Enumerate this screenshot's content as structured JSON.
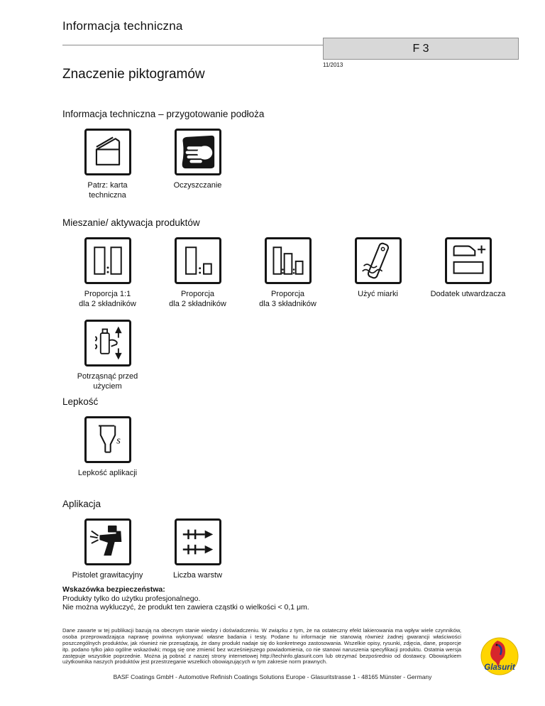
{
  "header": {
    "title": "Informacja techniczna",
    "code": "F 3",
    "date": "11/2013",
    "heading": "Znaczenie piktogramów"
  },
  "sections": {
    "prep": {
      "title": "Informacja techniczna – przygotowanie podłoża",
      "items": [
        {
          "icon": "technical-datasheet-icon",
          "label": "Patrz: karta\ntechniczna"
        },
        {
          "icon": "cleaning-icon",
          "label": "Oczyszczanie"
        }
      ]
    },
    "mixing": {
      "title": "Mieszanie/ aktywacja produktów",
      "items": [
        {
          "icon": "ratio-1-1-icon",
          "label": "Proporcja 1:1\ndla 2 składników"
        },
        {
          "icon": "ratio-2-components-icon",
          "label": "Proporcja\ndla 2 składników"
        },
        {
          "icon": "ratio-3-components-icon",
          "label": "Proporcja\ndla 3 składników"
        },
        {
          "icon": "measuring-stick-icon",
          "label": "Użyć miarki"
        },
        {
          "icon": "hardener-additive-icon",
          "label": "Dodatek utwardzacza"
        },
        {
          "icon": "shake-before-use-icon",
          "label": "Potrząsnąć przed\nużyciem"
        }
      ]
    },
    "viscosity": {
      "title": "Lepkość",
      "cup_letter": "s",
      "items": [
        {
          "icon": "flow-cup-icon",
          "label": "Lepkość aplikacji"
        }
      ]
    },
    "application": {
      "title": "Aplikacja",
      "items": [
        {
          "icon": "spray-gun-icon",
          "label": "Pistolet grawitacyjny"
        },
        {
          "icon": "number-of-coats-icon",
          "label": "Liczba warstw"
        }
      ]
    }
  },
  "safety": {
    "title": "Wskazówka bezpieczeństwa:",
    "lines": [
      "Produkty tylko do użytku profesjonalnego.",
      "Nie można wykluczyć, że produkt ten zawiera cząstki o wielkości < 0,1 μm."
    ]
  },
  "disclaimer": "Dane zawarte w tej publikacji bazują na obecnym stanie wiedzy i doświadczeniu. W związku z tym, że na ostateczny efekt lakierowania ma wpływ wiele czynników, osoba przeprowadzająca naprawę powinna wykonywać własne badania i testy. Podane tu informacje nie stanowią również żadnej gwarancji właściwości poszczególnych produktów, jak również nie przesądzają, że dany produkt nadaje się do konkretnego zastosowania. Wszelkie opisy, rysunki, zdjęcia, dane, proporcje itp. podano tylko jako ogólne wskazówki; mogą się one zmienić bez wcześniejszego powiadomienia, co nie stanowi naruszenia specyfikacji produktu. Ostatnia wersja zastępuje wszystkie poprzednie. Można ją pobrać z naszej strony internetowej http://techinfo.glasurit.com lub otrzymać bezpośrednio od dostawcy. Obowiązkiem użytkownika naszych produktów jest przestrzeganie wszelkich obowiązujących w tym zakresie norm prawnych.",
  "footer": "BASF Coatings GmbH - Automotive Refinish Coatings Solutions Europe - Glasuritstrasse 1 - 48165 Münster - Germany",
  "logo": {
    "brand": "Glasurit"
  },
  "colors": {
    "badge_gray": "#d8d8d8",
    "logo_yellow": "#ffd500",
    "logo_red": "#d7262c",
    "logo_blue": "#1a3f8f"
  }
}
